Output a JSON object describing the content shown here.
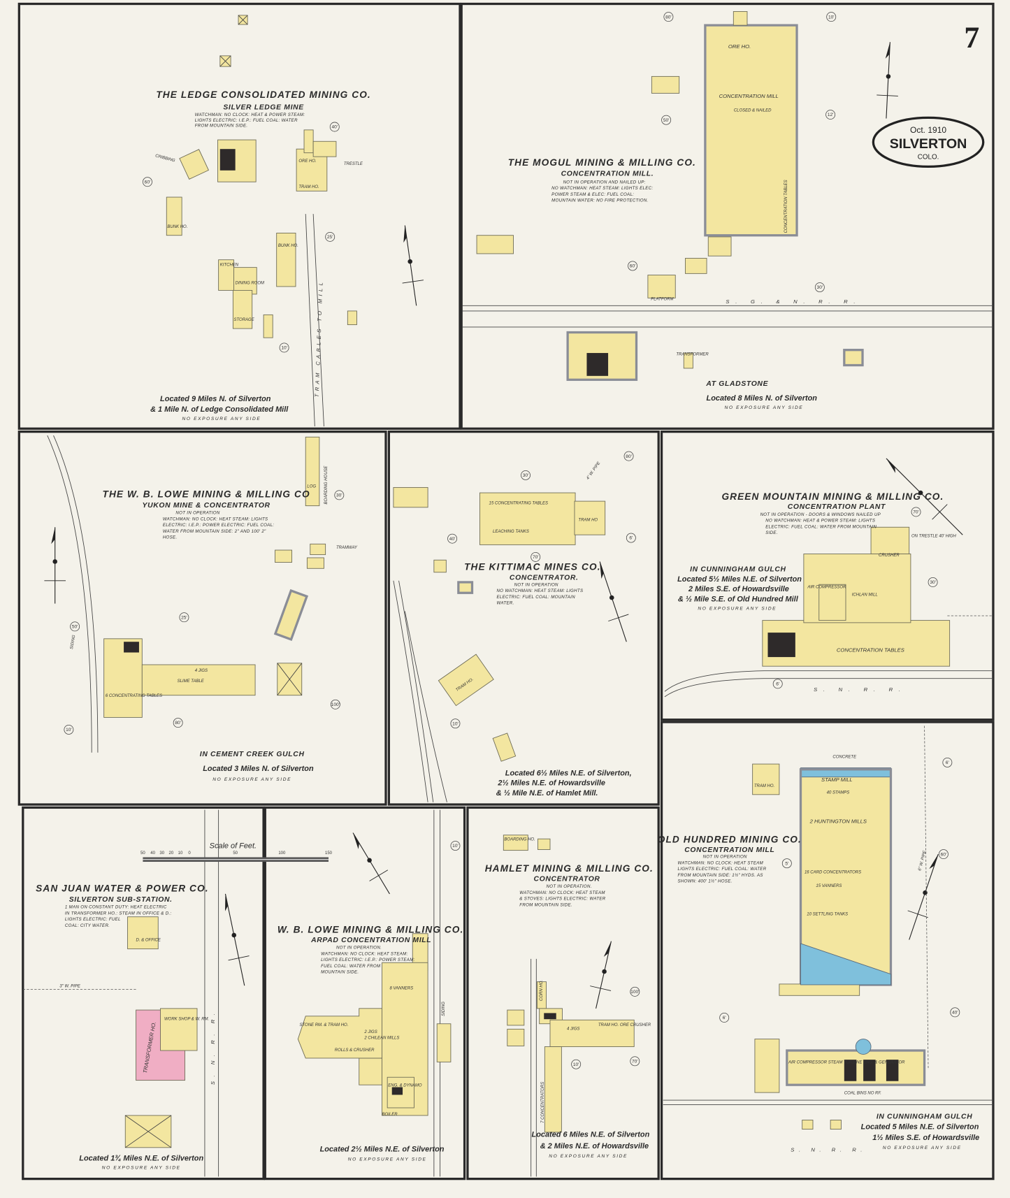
{
  "sheet": {
    "page_number": "7",
    "date": "Oct. 1910",
    "city": "SILVERTON",
    "state": "COLO."
  },
  "colors": {
    "paper": "#f4f2ea",
    "frame_building": "#f3e6a0",
    "brick_building": "#f0aec4",
    "concrete": "#7fc0dc",
    "iron_clad_border": "#8a8d96"
  },
  "scale": {
    "title": "Scale of Feet.",
    "ticks": [
      "50",
      "40",
      "30",
      "20",
      "10",
      "0",
      "50",
      "100",
      "150"
    ]
  },
  "panels": {
    "ledge": {
      "title": "THE LEDGE CONSOLIDATED MINING CO.",
      "subtitle": "SILVER LEDGE MINE",
      "notes": [
        "WATCHMAN: NO CLOCK: HEAT & POWER STEAM:",
        "LIGHTS ELECTRIC: I.E.P.: FUEL COAL: WATER",
        "FROM MOUNTAIN SIDE."
      ],
      "location": [
        "Located 9 Miles N. of Silverton",
        "& 1 Mile N. of Ledge Consolidated Mill",
        "NO EXPOSURE ANY SIDE"
      ],
      "labels": {
        "ore_ho": "ORE HO.",
        "tram_ho": "TRAM HO.",
        "bunk_f": "BUNK HO.",
        "bunk_h": "BUNK HO.",
        "kitchen": "KITCHEN",
        "dining": "DINING ROOM",
        "storage": "STORAGE",
        "trestle": "TRESTLE",
        "tram_cables": "TRAM CABLES TO MILL",
        "cribbing": "CRIBBING"
      }
    },
    "mogul": {
      "title": "THE MOGUL MINING & MILLING CO.",
      "subtitle": "CONCENTRATION MILL.",
      "notes": [
        "NOT IN OPERATION AND NAILED UP:",
        "NO WATCHMAN: HEAT STEAM: LIGHTS ELEC:",
        "POWER STEAM & ELEC: FUEL COAL:",
        "MOUNTAIN WATER: NO FIRE PROTECTION."
      ],
      "location": [
        "AT GLADSTONE",
        "Located 8 Miles N. of Silverton",
        "NO EXPOSURE ANY SIDE"
      ],
      "labels": {
        "ore_ho": "ORE HO.",
        "mill": "CONCENTRATION MILL",
        "closed": "CLOSED & NAILED",
        "tables": "CONCENTRATION TABLES",
        "railroad": "S. G. & N. R. R.",
        "transformer": "TRANSFORMER",
        "platform": "PLATFORM"
      }
    },
    "yukon": {
      "title": "THE W. B. LOWE MINING & MILLING CO",
      "subtitle": "YUKON MINE & CONCENTRATOR",
      "notes": [
        "NOT IN OPERATION",
        "WATCHMAN: NO CLOCK: HEAT STEAM: LIGHTS",
        "ELECTRIC: I.E.P.: POWER ELECTRIC: FUEL COAL:",
        "WATER FROM MOUNTAIN SIDE: 2\" AND 100' 2\"",
        "HOSE."
      ],
      "location": [
        "IN CEMENT CREEK GULCH",
        "Located 3 Miles N. of Silverton",
        "NO EXPOSURE ANY SIDE"
      ],
      "labels": {
        "boarding": "BOARDING HOUSE",
        "log": "LOG",
        "slime": "SLIME TABLE",
        "jigs": "4 JIGS",
        "tables": "6 CONCENTRATING TABLES",
        "siding": "SIDING",
        "tramway": "TRAMWAY"
      }
    },
    "kittimac": {
      "title": "THE KITTIMAC MINES CO.",
      "subtitle": "CONCENTRATOR.",
      "notes": [
        "NOT IN OPERATION",
        "NO WATCHMAN: HEAT STEAM: LIGHTS",
        "ELECTRIC: FUEL COAL: MOUNTAIN",
        "WATER."
      ],
      "location": [
        "Located 6½ Miles N.E. of Silverton,",
        "2½ Miles N.E. of Howardsville",
        "& ½ Mile N.E. of Hamlet Mill."
      ],
      "labels": {
        "tables": "15 CONCENTRATING TABLES",
        "tram_ho": "TRAM HO",
        "leaching": "LEACHING TANKS",
        "pipe": "4\" W. PIPE",
        "tram": "TRAM HO."
      }
    },
    "green_mountain": {
      "title": "GREEN MOUNTAIN MINING & MILLING CO.",
      "subtitle": "CONCENTRATION PLANT",
      "notes": [
        "NOT IN OPERATION - DOORS & WINDOWS NAILED UP",
        "NO WATCHMAN: HEAT & POWER STEAM: LIGHTS",
        "ELECTRIC: FUEL COAL: WATER FROM MOUNTAIN",
        "SIDE."
      ],
      "location": [
        "IN CUNNINGHAM GULCH",
        "Located 5½ Miles N.E. of Silverton",
        "2 Miles S.E. of Howardsville",
        "& ½ Mile S.E. of Old Hundred Mill",
        "NO EXPOSURE ANY SIDE"
      ],
      "labels": {
        "crusher": "CRUSHER",
        "mill": "ICHLAN MILL",
        "tables": "CONCENTRATION TABLES",
        "compressor": "AIR COMPRESSOR",
        "trestle": "ON TRESTLE 40' HIGH",
        "railroad": "S. N. R. R."
      }
    },
    "old_hundred": {
      "title": "OLD HUNDRED MINING CO.",
      "subtitle": "CONCENTRATION MILL",
      "notes": [
        "NOT IN OPERATION",
        "WATCHMAN: NO CLOCK: HEAT STEAM",
        "LIGHTS ELECTRIC: FUEL COAL: WATER",
        "FROM MOUNTAIN SIDE: 1½\" HYDS. AS",
        "SHOWN: 400' 1½\" HOSE."
      ],
      "location": [
        "IN CUNNINGHAM GULCH",
        "Located 5 Miles N.E. of Silverton",
        "1½ Miles S.E. of Howardsville",
        "NO EXPOSURE ANY SIDE"
      ],
      "labels": {
        "concrete": "CONCRETE",
        "stamp": "STAMP MILL",
        "stamps": "40 STAMPS",
        "huntington": "2 HUNTINGTON MILLS",
        "card": "16 CARD CONCENTRATORS",
        "vanners": "15 VANNERS",
        "settling": "10 SETTLING TANKS",
        "compressor": "AIR COMPRESSOR STEAM TURBINE ENG. & GENERATOR",
        "coal_bins": "COAL BINS NO RF.",
        "tram_ho": "TRAM HO.",
        "pipe": "6\" W. PIPE",
        "railroad": "S. N. R. R."
      }
    },
    "san_juan": {
      "title": "SAN JUAN WATER & POWER CO.",
      "subtitle": "SILVERTON SUB-STATION.",
      "notes": [
        "1 MAN ON CONSTANT DUTY: HEAT ELECTRIC",
        "IN TRANSFORMER HO.: STEAM IN OFFICE & D.:",
        "LIGHTS ELECTRIC: FUEL",
        "COAL: CITY WATER."
      ],
      "location": [
        "Located 1¾ Miles N.E. of Silverton",
        "NO EXPOSURE ANY SIDE"
      ],
      "labels": {
        "office": "D. & OFFICE",
        "transformer": "TRANSFORMER HO.",
        "work": "WORK SHOP & W. RM.",
        "pipe": "3\" W. PIPE",
        "railroad": "S. N. R. R."
      }
    },
    "arpad": {
      "title": "W. B. LOWE MINING & MILLING CO.",
      "subtitle": "ARPAD CONCENTRATION MILL",
      "notes": [
        "NOT IN OPERATION.",
        "WATCHMAN: NO CLOCK: HEAT STEAM:",
        "LIGHTS ELECTRIC: I.E.P.: POWER STEAM:",
        "FUEL COAL: WATER FROM",
        "MOUNTAIN SIDE."
      ],
      "location": [
        "Located 2½ Miles N.E. of Silverton",
        "NO EXPOSURE ANY SIDE"
      ],
      "labels": {
        "vanners": "8 VANNERS",
        "jigs": "2 JIGS",
        "mills": "2 CHILEAN MILLS",
        "rolls": "ROLLS & CRUSHER",
        "stone": "STONE RM. & TRAM HO.",
        "engine": "ENG. & DYNAMO",
        "siding": "SIDING",
        "boiler": "BOILER"
      }
    },
    "hamlet": {
      "title": "HAMLET MINING & MILLING CO.",
      "subtitle": "CONCENTRATOR",
      "notes": [
        "NOT IN OPERATION.",
        "WATCHMAN: NO CLOCK: HEAT STEAM",
        "& STOVES: LIGHTS ELECTRIC: WATER",
        "FROM MOUNTAIN SIDE."
      ],
      "location": [
        "Located 6 Miles N.E. of Silverton",
        "& 2 Miles N.E. of Howardsville",
        "NO EXPOSURE ANY SIDE"
      ],
      "labels": {
        "boarding": "BOARDING HO.",
        "jigs": "4 JIGS",
        "tram": "TRAM HO. ORE CRUSHER",
        "concentrators": "7 CONCENTRATORS",
        "corn": "CORN HO."
      }
    }
  },
  "height_markers": [
    "60'",
    "40'",
    "25'",
    "10'",
    "80'",
    "50'",
    "60'",
    "10'",
    "12'",
    "30'",
    "10'",
    "25'",
    "30'",
    "80'",
    "50'",
    "10'",
    "100'",
    "80'",
    "30'",
    "6'",
    "70'",
    "40'",
    "10'",
    "70'",
    "30'",
    "6'",
    "6'",
    "60'",
    "6'",
    "40'",
    "100'",
    "10'",
    "70'",
    "5'"
  ]
}
